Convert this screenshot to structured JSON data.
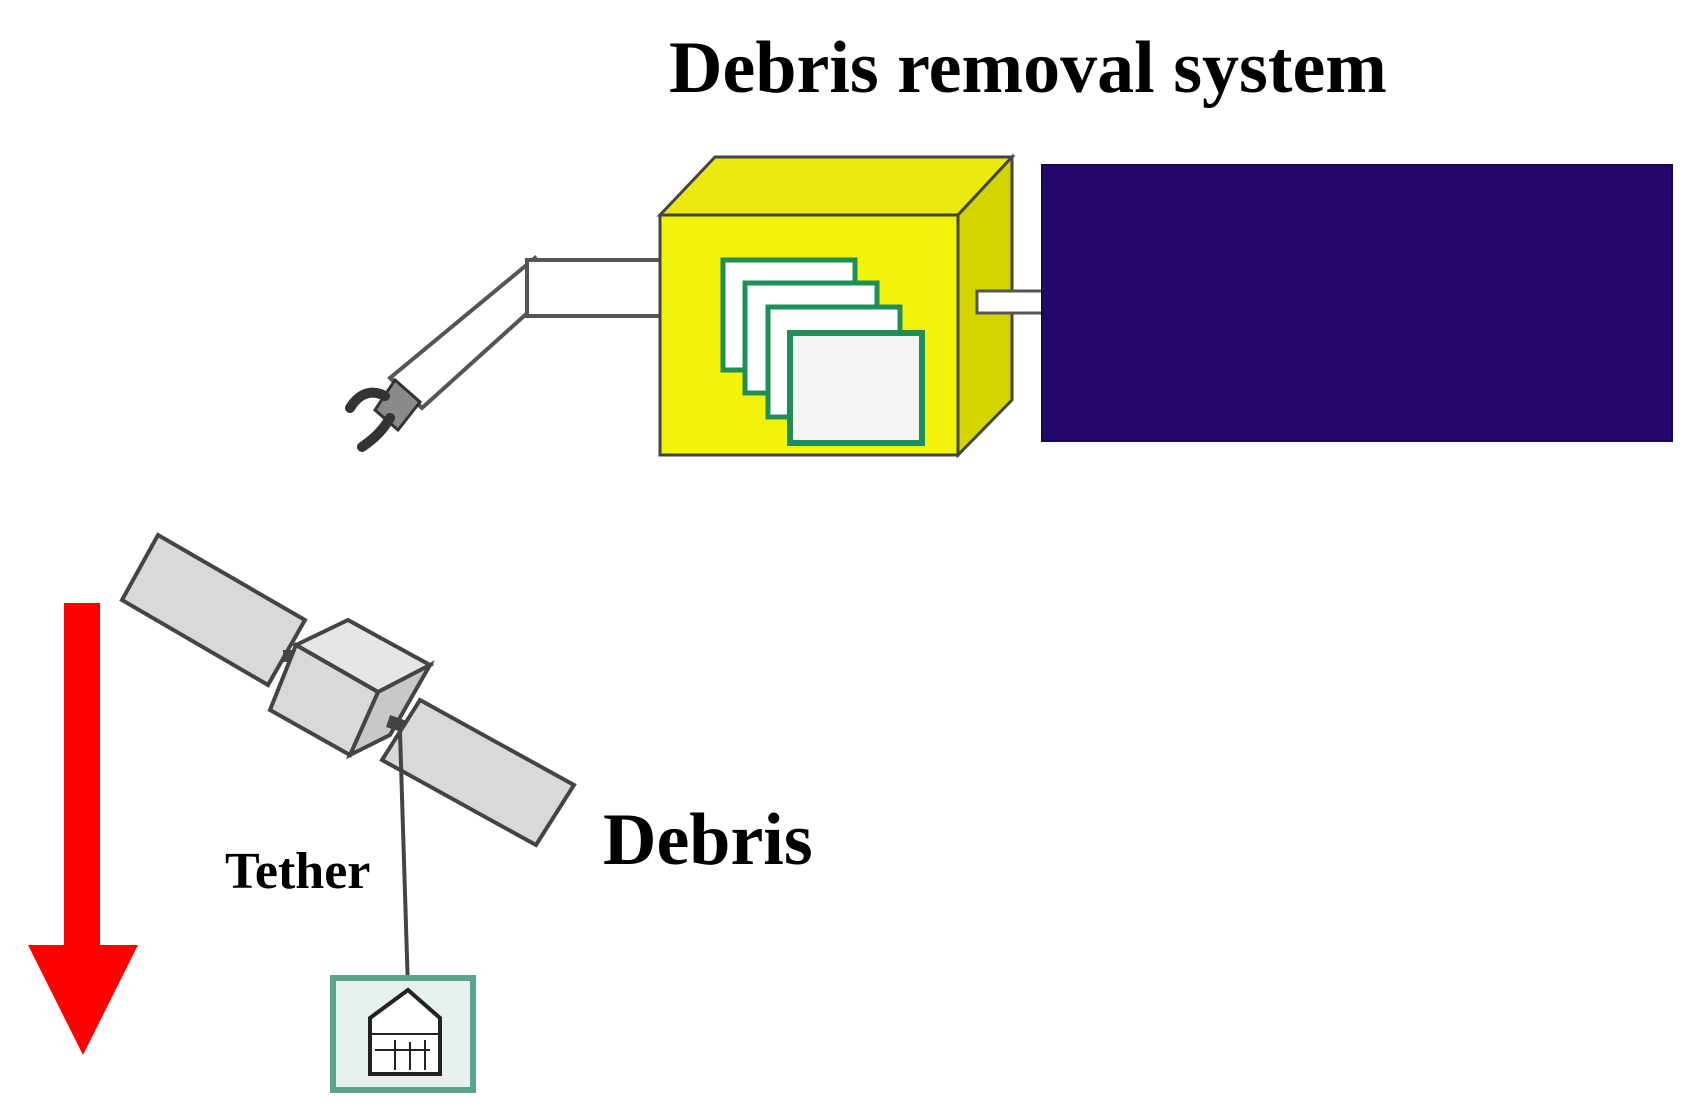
{
  "title": "Debris removal system",
  "labels": {
    "debris": "Debris",
    "tether": "Tether"
  },
  "colors": {
    "module_body": "#f2f20a",
    "module_top": "#eaea10",
    "module_side": "#d4d400",
    "solar_panel": "#25086a",
    "panel_frame_border": "#1e8f56",
    "arrow": "#ff0000",
    "satellite_gray": "#d9d9d9",
    "outline": "#444444"
  },
  "icons": {
    "capture_arm": "robotic-gripper-icon",
    "satellite": "satellite-icon",
    "drag_device": "deorbit-package-icon",
    "direction_arrow": "down-arrow-icon"
  }
}
